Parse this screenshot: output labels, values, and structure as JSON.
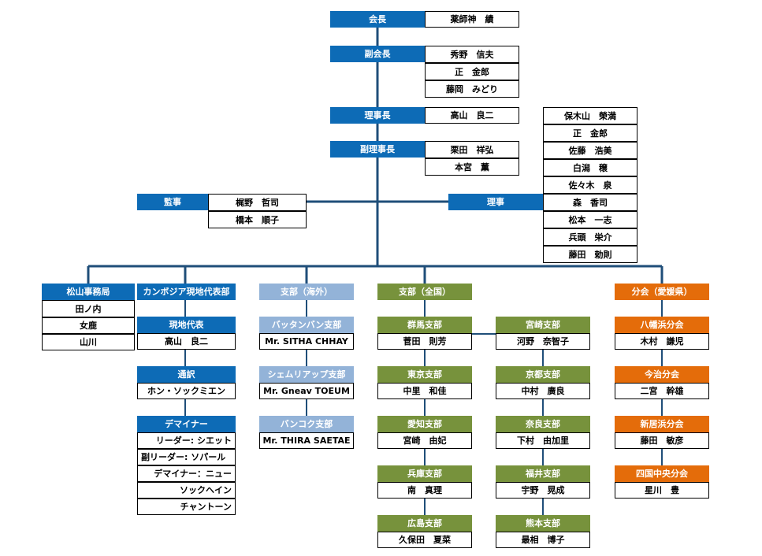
{
  "colors": {
    "blue": "#0d6bb6",
    "light_blue": "#93b3d8",
    "green": "#77923c",
    "orange": "#e46c0a",
    "line": "#1f4e79"
  },
  "top": {
    "kaicho": {
      "label": "会長",
      "names": [
        "薬師神　績"
      ]
    },
    "fukukaicho": {
      "label": "副会長",
      "names": [
        "秀野　信夫",
        "正　金郎",
        "藤岡　みどり"
      ]
    },
    "rijicho": {
      "label": "理事長",
      "names": [
        "高山　良二"
      ]
    },
    "fukurijicho": {
      "label": "副理事長",
      "names": [
        "栗田　祥弘",
        "本宮　薫"
      ]
    },
    "kanji": {
      "label": "監事",
      "names": [
        "梶野　哲司",
        "橋本　順子"
      ]
    },
    "riji": {
      "label": "理事",
      "names": [
        "保木山　榮満",
        "正　金郎",
        "佐藤　浩美",
        "白潟　穣",
        "佐々木　泉",
        "森　香司",
        "松本　一志",
        "兵頭　栄介",
        "藤田　勅則"
      ]
    }
  },
  "matsuyama": {
    "label": "松山事務局",
    "names": [
      "田ノ内",
      "女鹿",
      "山川"
    ]
  },
  "cambodia": {
    "label": "カンボジア現地代表部",
    "groups": [
      {
        "label": "現地代表",
        "names": [
          "高山　良二"
        ]
      },
      {
        "label": "通訳",
        "names": [
          "ホン・ソックミエン"
        ]
      },
      {
        "label": "デマイナー",
        "names": [
          "リーダー: シエット",
          "副リーダー: ソパール",
          "デマイナー：ニュー",
          "ソックヘイン",
          "チャントーン"
        ]
      }
    ]
  },
  "overseas": {
    "label": "支部（海外）",
    "branches": [
      {
        "label": "バッタンバン支部",
        "name": "Mr. SITHA CHHAY"
      },
      {
        "label": "シェムリアップ支部",
        "name": "Mr. Gneav TOEUM"
      },
      {
        "label": "バンコク支部",
        "name": "Mr. THIRA SAETAE"
      }
    ]
  },
  "national": {
    "label": "支部（全国）",
    "col1": [
      {
        "label": "群馬支部",
        "name": "菅田　則芳"
      },
      {
        "label": "東京支部",
        "name": "中里　和佳"
      },
      {
        "label": "愛知支部",
        "name": "宮崎　由妃"
      },
      {
        "label": "兵庫支部",
        "name": "南　真理"
      },
      {
        "label": "広島支部",
        "name": "久保田　夏菜"
      }
    ],
    "col2": [
      {
        "label": "宮崎支部",
        "name": "河野　奈智子"
      },
      {
        "label": "京都支部",
        "name": "中村　廣良"
      },
      {
        "label": "奈良支部",
        "name": "下村　由加里"
      },
      {
        "label": "福井支部",
        "name": "宇野　晃成"
      },
      {
        "label": "熊本支部",
        "name": "最相　博子"
      }
    ]
  },
  "ehime": {
    "label": "分会（愛媛県）",
    "branches": [
      {
        "label": "八幡浜分会",
        "name": "木村　謙児"
      },
      {
        "label": "今治分会",
        "name": "二宮　幹雄"
      },
      {
        "label": "新居浜分会",
        "name": "藤田　敏彦"
      },
      {
        "label": "四国中央分会",
        "name": "星川　豊"
      }
    ]
  }
}
